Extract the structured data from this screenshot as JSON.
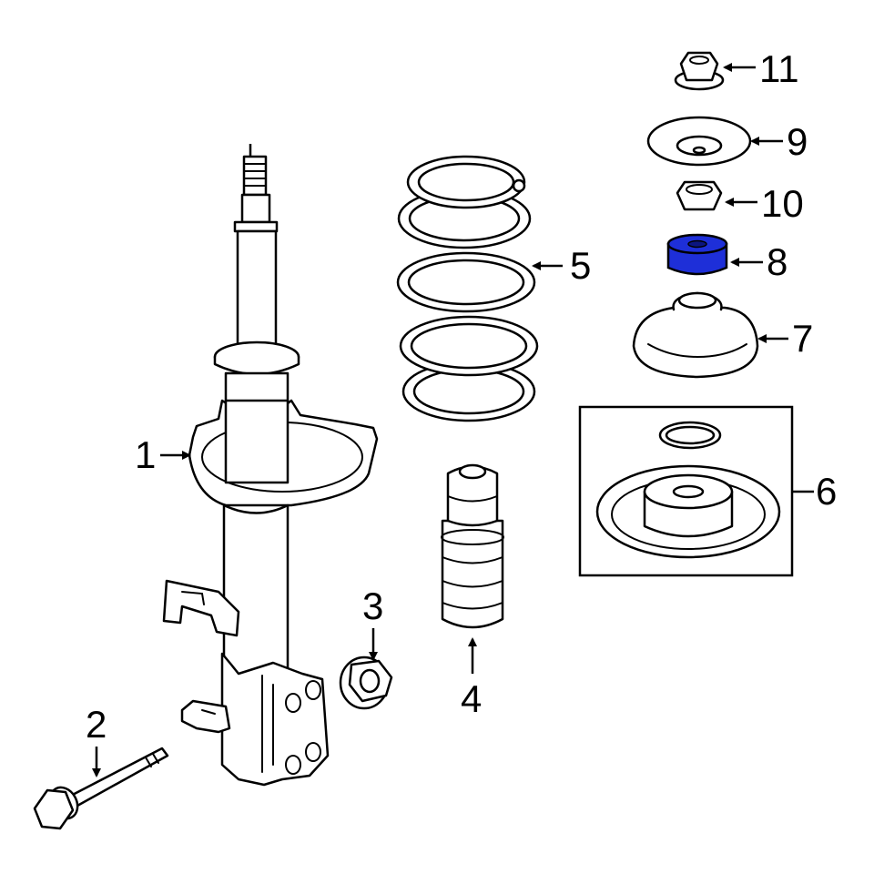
{
  "diagram": {
    "highlight_color": "#1e2fd8",
    "highlighted_part": "8",
    "callouts": [
      {
        "id": "c1",
        "label": "1"
      },
      {
        "id": "c2",
        "label": "2"
      },
      {
        "id": "c3",
        "label": "3"
      },
      {
        "id": "c4",
        "label": "4"
      },
      {
        "id": "c5",
        "label": "5"
      },
      {
        "id": "c6",
        "label": "6"
      },
      {
        "id": "c7",
        "label": "7"
      },
      {
        "id": "c8",
        "label": "8"
      },
      {
        "id": "c9",
        "label": "9"
      },
      {
        "id": "c10",
        "label": "10"
      },
      {
        "id": "c11",
        "label": "11"
      }
    ]
  }
}
